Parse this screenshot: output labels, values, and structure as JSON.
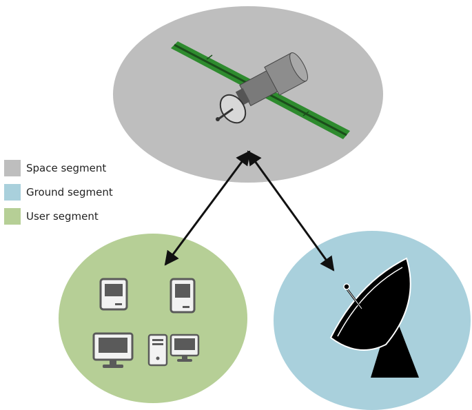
{
  "legend": {
    "items": [
      {
        "label": "Space segment",
        "color": "#bebebe"
      },
      {
        "label": "Ground segment",
        "color": "#a9d0dc"
      },
      {
        "label": "User segment",
        "color": "#b6cf96"
      }
    ]
  },
  "colors": {
    "space": "#bebebe",
    "ground": "#a9d0dc",
    "user": "#b6cf96",
    "solar_panel": "#2e8b2e",
    "arrow": "#111111"
  },
  "icons": [
    "satellite-icon",
    "desktop-computer-icon",
    "monitor-icon",
    "pc-tower-icon",
    "satellite-dish-icon"
  ]
}
